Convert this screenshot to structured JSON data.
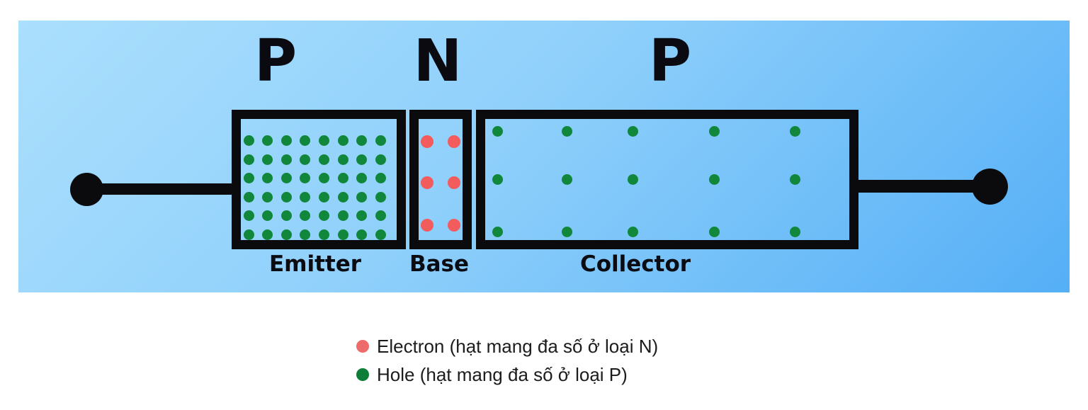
{
  "regions": [
    {
      "doping": "P",
      "label": "Emitter",
      "carrier": "hole",
      "dot_color": "#11873c",
      "dot_radius": 7.5,
      "dot_xs": [
        351,
        377,
        404,
        430,
        457,
        484,
        510,
        537
      ],
      "dot_ys": [
        198,
        225,
        251,
        278,
        304,
        331
      ]
    },
    {
      "doping": "N",
      "label": "Base",
      "carrier": "electron",
      "dot_color": "#f25c5c",
      "dot_radius": 9,
      "dot_xs": [
        603,
        641
      ],
      "dot_ys": [
        200,
        258,
        318
      ]
    },
    {
      "doping": "P",
      "label": "Collector",
      "carrier": "hole",
      "dot_color": "#11873c",
      "dot_radius": 7.5,
      "dot_xs": [
        702,
        800,
        893,
        1008,
        1122
      ],
      "dot_ys": [
        185,
        253,
        327
      ]
    }
  ],
  "legend": {
    "items": [
      {
        "label": "Electron (hạt mang đa số ở loại N)",
        "color": "#ee6b6b"
      },
      {
        "label": "Hole (hạt mang đa số ở loại P)",
        "color": "#0d7d37"
      }
    ]
  },
  "colors": {
    "panel_gradient_start": "#abdffd",
    "panel_gradient_end": "#55aff6",
    "outline": "#0b0b0e",
    "hole_dot": "#11873c",
    "electron_dot": "#f25c5c"
  }
}
